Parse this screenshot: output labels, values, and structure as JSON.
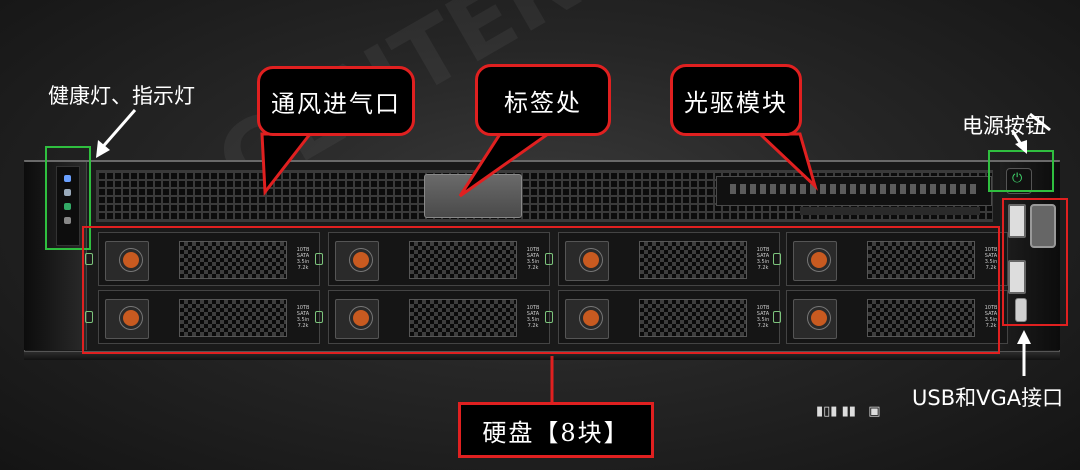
{
  "labels": {
    "health_led": "健康灯、指示灯",
    "ventilation": "通风进气口",
    "tag_area": "标签处",
    "optical_module": "光驱模块",
    "power_button": "电源按钮",
    "usb_vga": "USB和VGA接口",
    "hard_disks": "硬盘【8块】"
  },
  "disk_label": "10TB\nSATA\n3.5in\n7.2k",
  "disk_count": 8,
  "colors": {
    "highlight_red": "#e02020",
    "highlight_green": "#2fbf3f",
    "callout_bg": "#000000",
    "disk_knob": "#c85a20"
  },
  "icons": {
    "power": "power-icon",
    "arrows": "arrow-icon"
  }
}
